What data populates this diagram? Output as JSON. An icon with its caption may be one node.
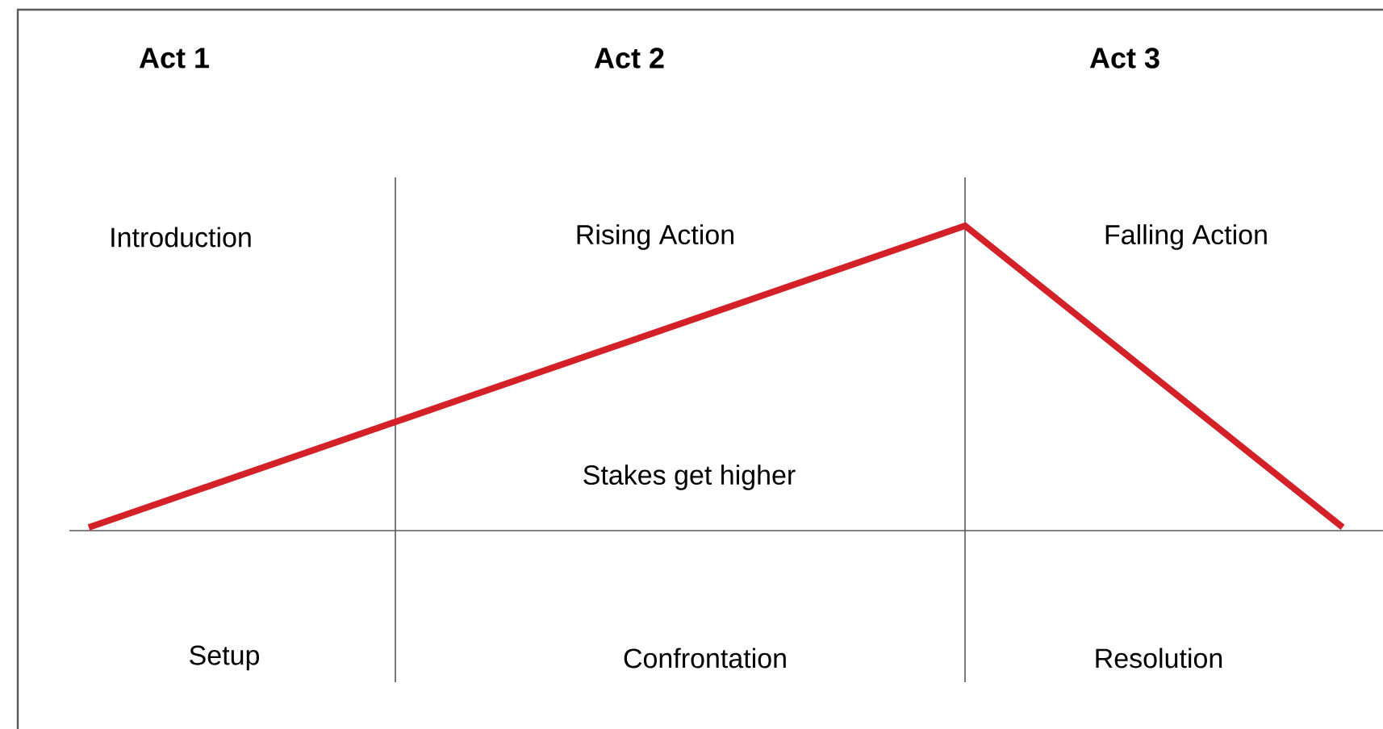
{
  "diagram": {
    "labels": [
      "Act 1",
      "Act 2",
      "Act 3",
      "Introduction",
      "Rising Action",
      "Falling Action",
      "Stakes get higher",
      "Setup",
      "Confrontation",
      "Resolution"
    ]
  }
}
